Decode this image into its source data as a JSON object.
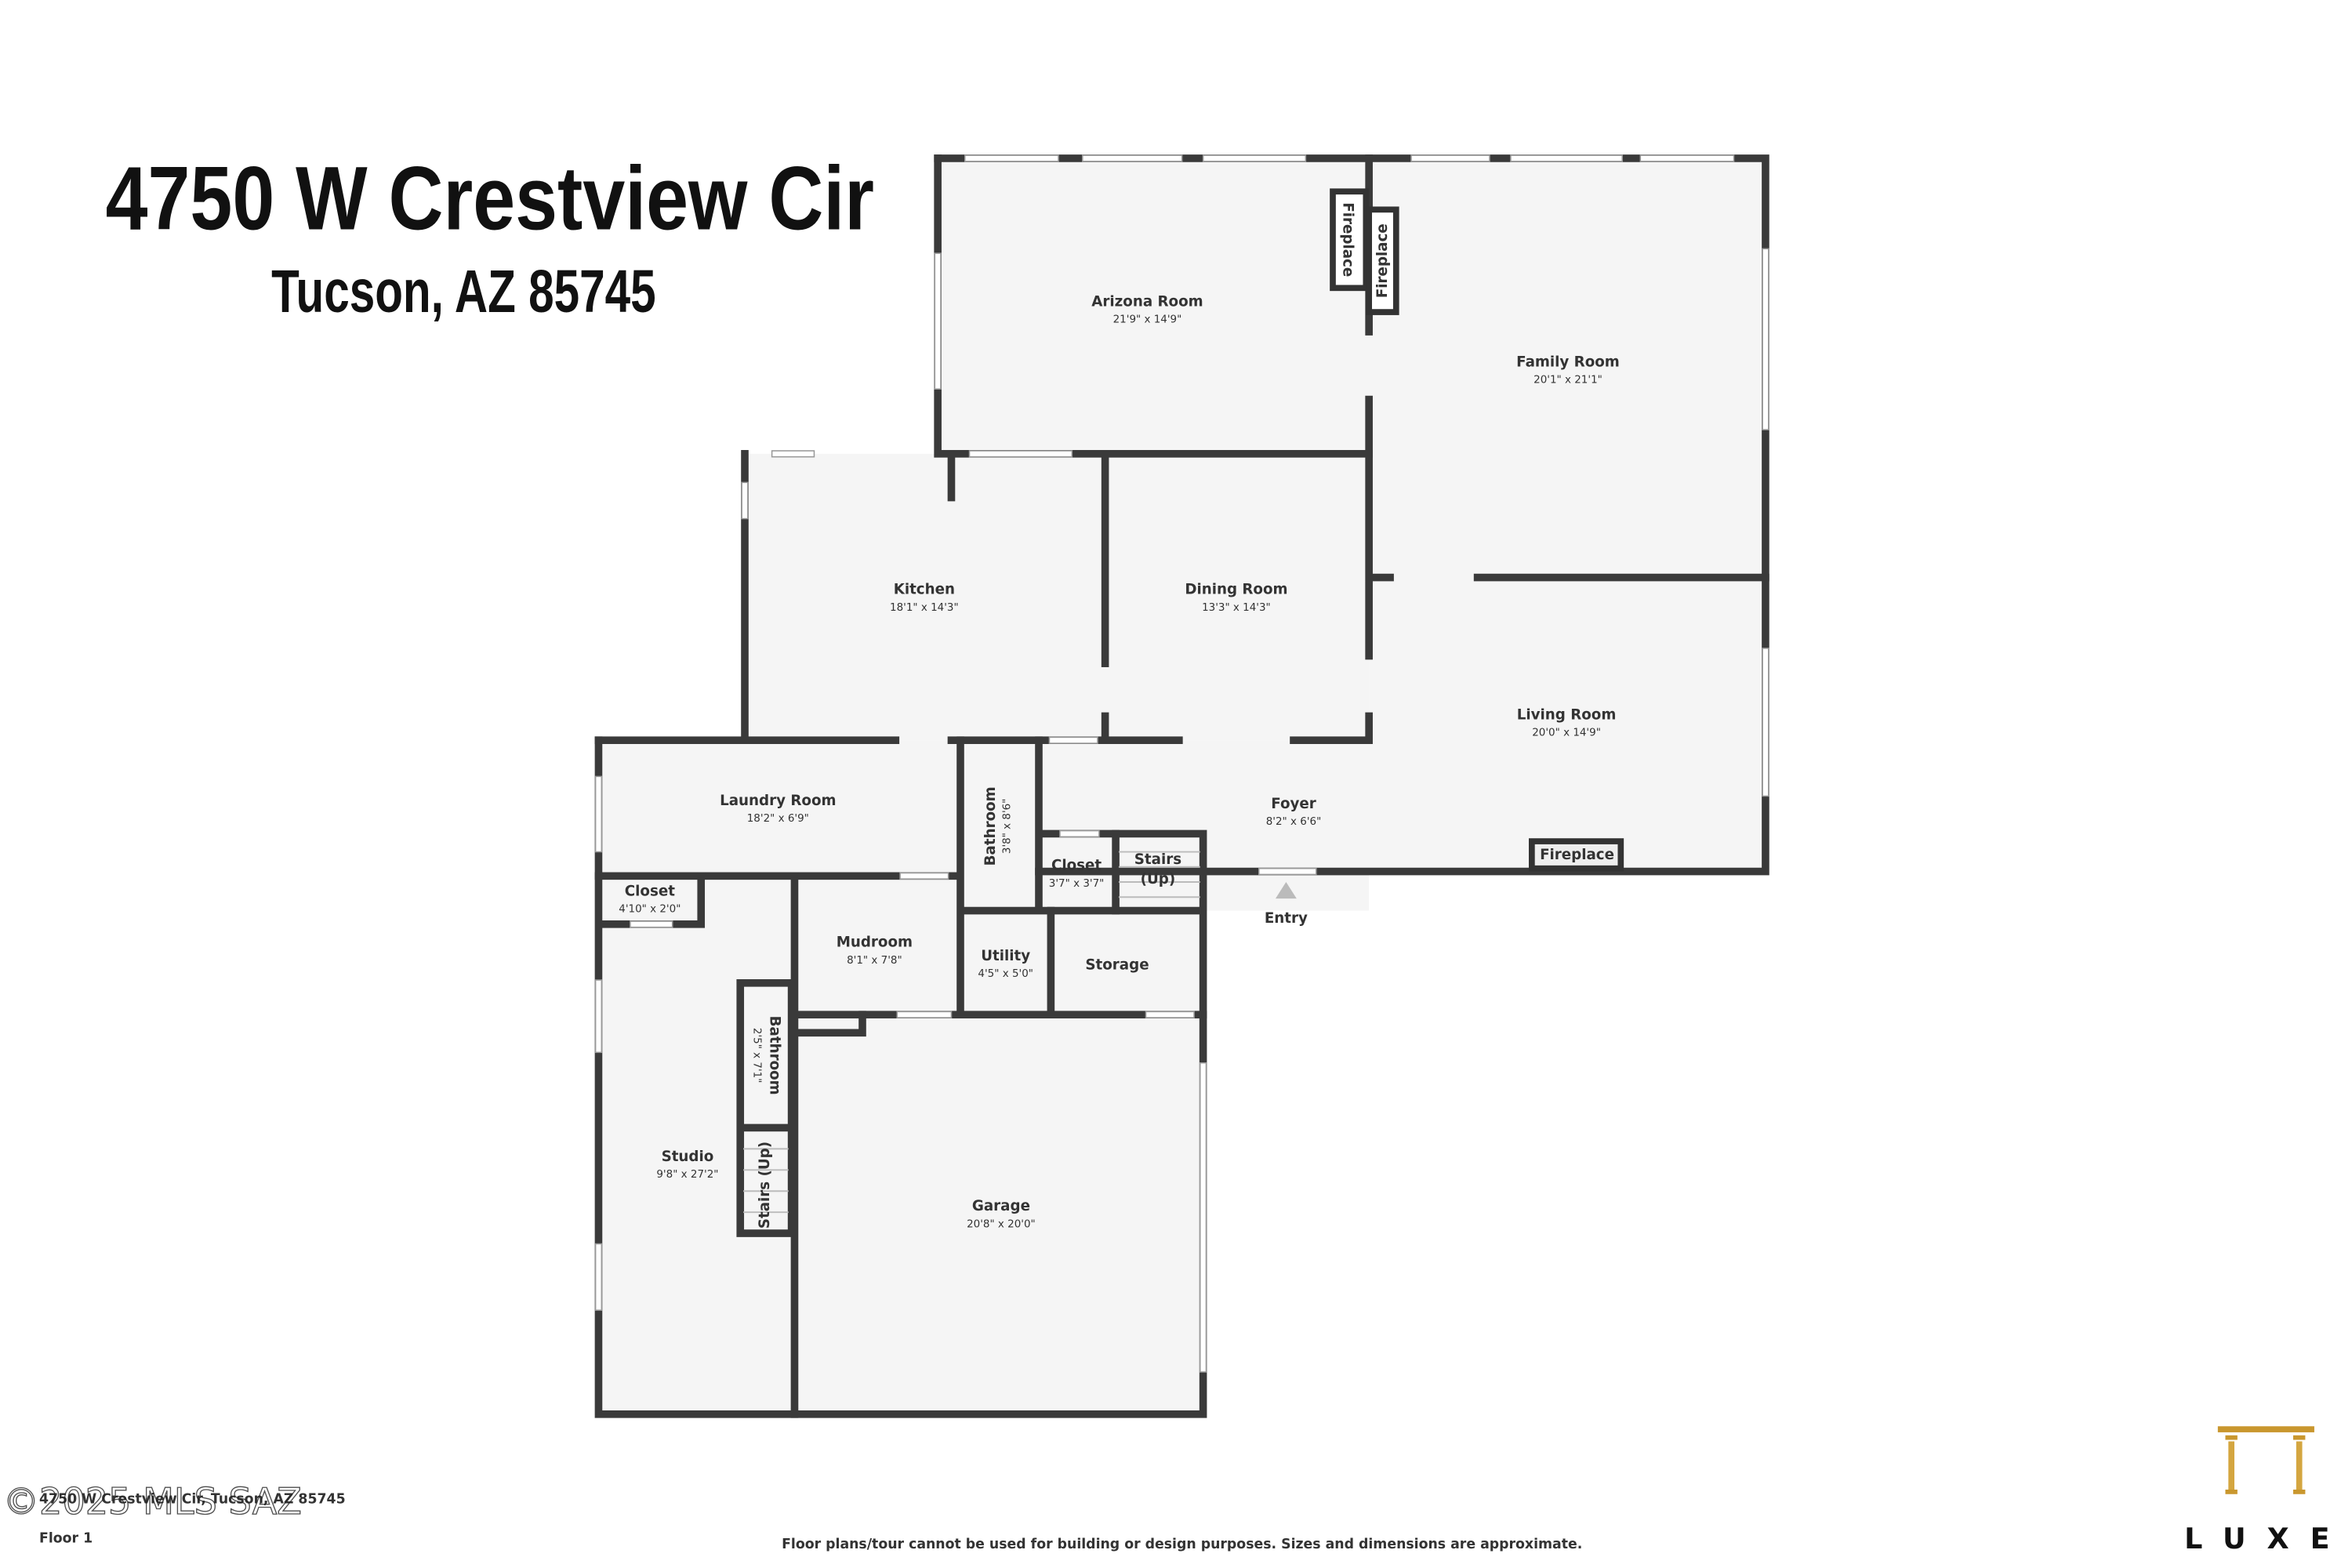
{
  "header": {
    "address_line1": "4750 W Crestview Cir",
    "address_line2": "Tucson, AZ 85745"
  },
  "rooms": {
    "arizona": {
      "name": "Arizona Room",
      "dims": "21'9\" x 14'9\""
    },
    "family": {
      "name": "Family Room",
      "dims": "20'1\" x 21'1\""
    },
    "kitchen": {
      "name": "Kitchen",
      "dims": "18'1\" x 14'3\""
    },
    "dining": {
      "name": "Dining Room",
      "dims": "13'3\" x 14'3\""
    },
    "living": {
      "name": "Living Room",
      "dims": "20'0\" x 14'9\""
    },
    "laundry": {
      "name": "Laundry Room",
      "dims": "18'2\" x 6'9\""
    },
    "bathroom1": {
      "name": "Bathroom",
      "dims": "3'8\" x 8'6\""
    },
    "foyer": {
      "name": "Foyer",
      "dims": "8'2\" x 6'6\""
    },
    "closet1": {
      "name": "Closet",
      "dims": "3'7\" x 3'7\""
    },
    "stairs1": {
      "name": "Stairs",
      "sub": "(Up)"
    },
    "closet2": {
      "name": "Closet",
      "dims": "4'10\" x 2'0\""
    },
    "mudroom": {
      "name": "Mudroom",
      "dims": "8'1\" x 7'8\""
    },
    "utility": {
      "name": "Utility",
      "dims": "4'5\" x 5'0\""
    },
    "storage": {
      "name": "Storage"
    },
    "bathroom2": {
      "name": "Bathroom",
      "dims": "2'5\" x 7'1\""
    },
    "stairs2": {
      "name": "Stairs (Up)"
    },
    "studio": {
      "name": "Studio",
      "dims": "9'8\" x 27'2\""
    },
    "garage": {
      "name": "Garage",
      "dims": "20'8\" x 20'0\""
    }
  },
  "fixtures": {
    "fireplace": "Fireplace",
    "entry": "Entry"
  },
  "footer": {
    "address": "4750 W Crestview Cir, Tucson, AZ 85745",
    "watermark": "©2025 MLS SAZ",
    "floor": "Floor 1",
    "disclaimer": "Floor plans/tour cannot be used for building or design purposes. Sizes and dimensions are approximate.",
    "logo": "LUXE"
  },
  "colors": {
    "wall": "#3a3a3a",
    "room_fill": "#f5f5f5",
    "logo_gold": "#c9972e"
  }
}
